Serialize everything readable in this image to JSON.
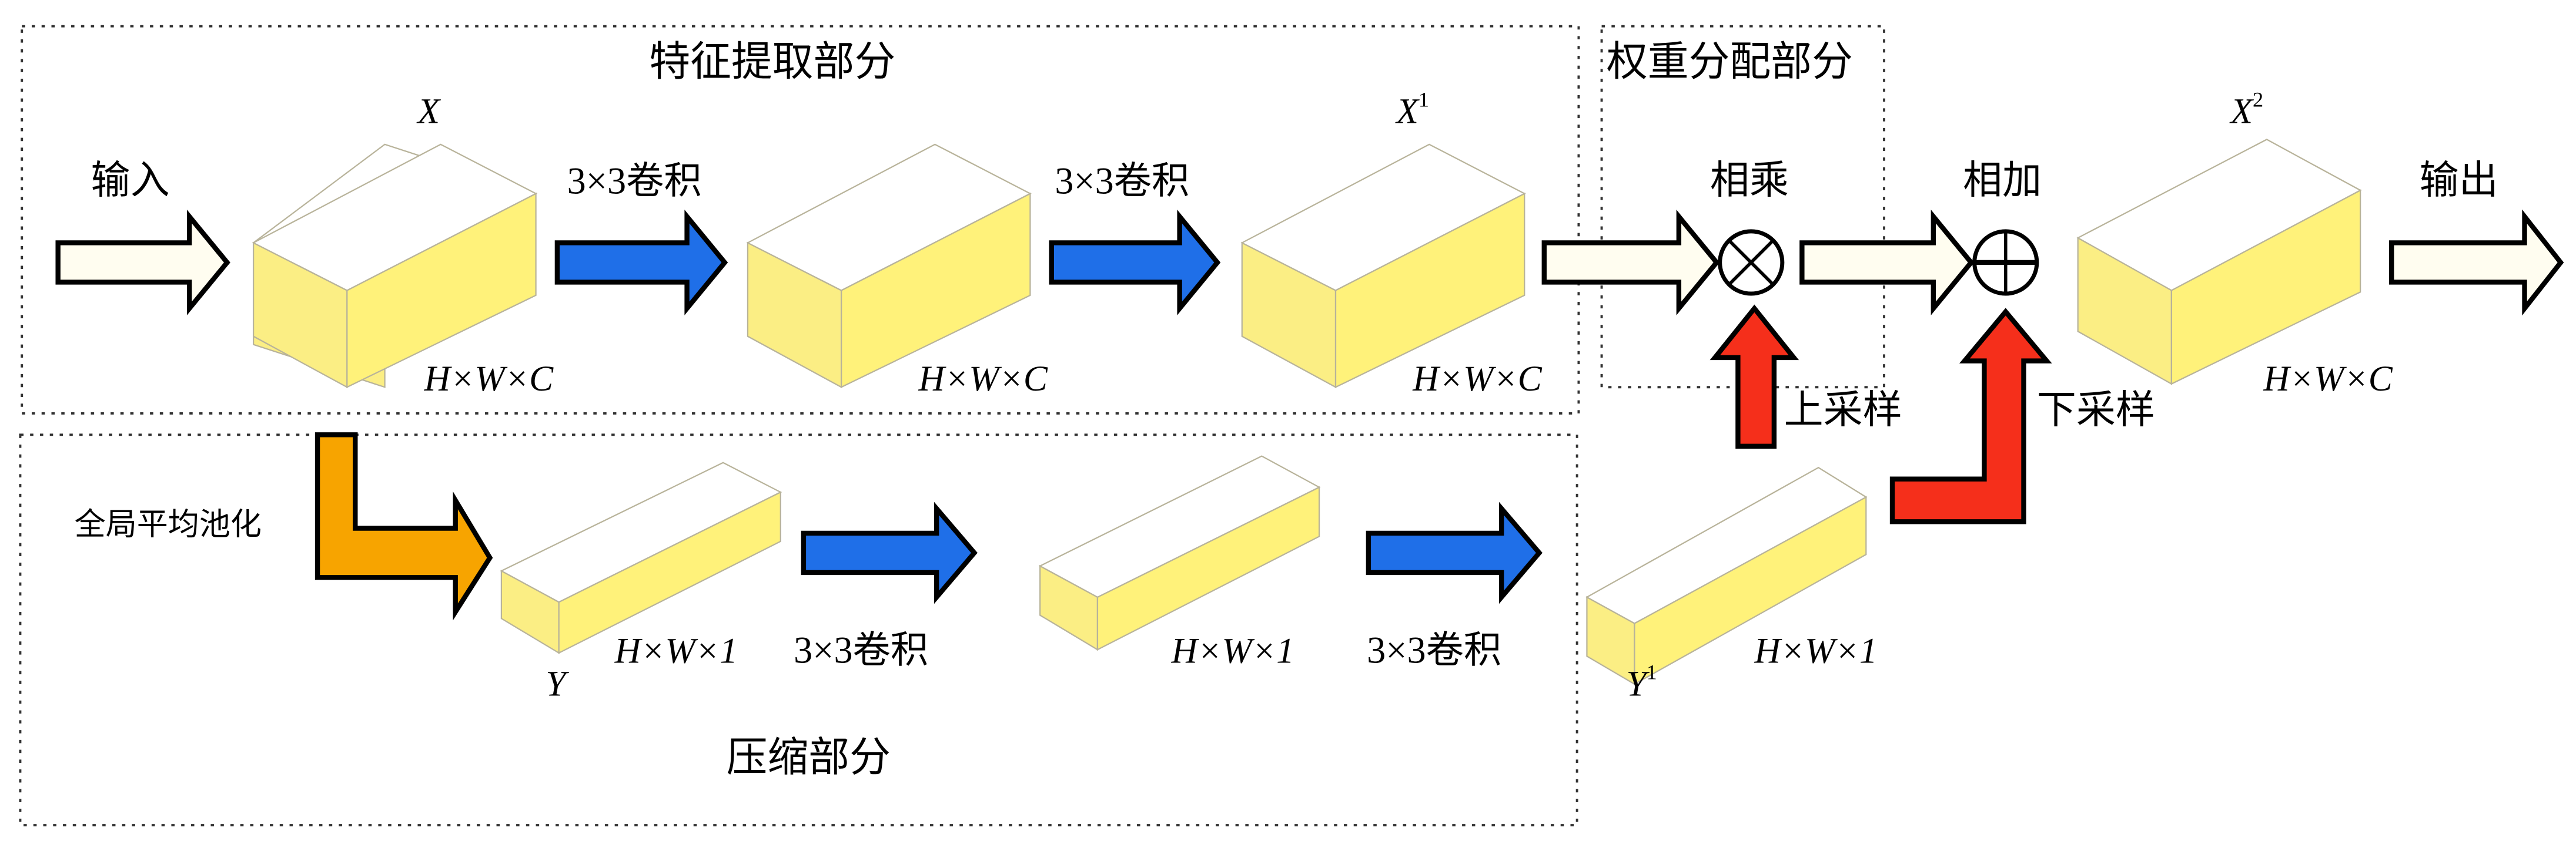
{
  "diagram": {
    "sections": {
      "feature_extraction": "特征提取部分",
      "weight_allocation": "权重分配部分",
      "compression": "压缩部分"
    },
    "labels": {
      "input": "输入",
      "output": "输出",
      "conv1": "3×3卷积",
      "conv2": "3×3卷积",
      "conv3": "3×3卷积",
      "conv4": "3×3卷积",
      "gap": "全局平均池化",
      "multiply": "相乘",
      "add": "相加",
      "upsample": "上采样",
      "downsample": "下采样"
    },
    "tensors": {
      "X": {
        "name": "X",
        "sup": "",
        "dims": "H×W×C"
      },
      "Xmid": {
        "name": "",
        "sup": "",
        "dims": "H×W×C"
      },
      "X1": {
        "name": "X",
        "sup": "1",
        "dims": "H×W×C"
      },
      "X2": {
        "name": "X",
        "sup": "2",
        "dims": "H×W×C"
      },
      "Y": {
        "name": "Y",
        "sup": "",
        "dims": "H×W×1"
      },
      "Ymid": {
        "name": "",
        "sup": "",
        "dims": "H×W×1"
      },
      "Y1": {
        "name": "Y",
        "sup": "1",
        "dims": "H×W×1"
      }
    },
    "operators": {
      "multiply_symbol": "⊗",
      "add_symbol": "⊕"
    },
    "colors": {
      "conv_arrow": "#1f6fe8",
      "pool_arrow": "#f7a400",
      "sample_arrow": "#f52f1b",
      "flow_arrow": "#fffdf0",
      "tensor_face": "#fff27a"
    }
  }
}
